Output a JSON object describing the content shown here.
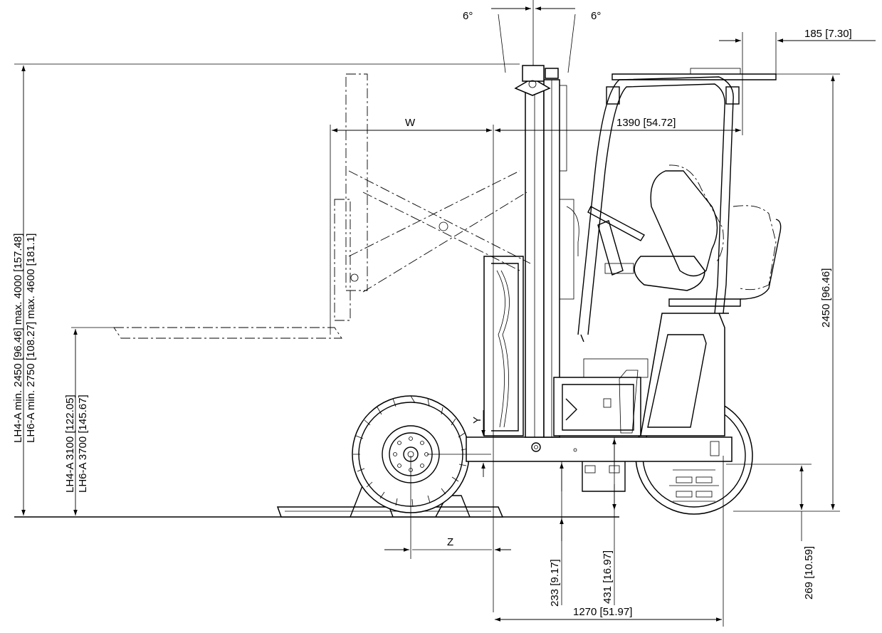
{
  "labels": {
    "tilt_left": "6°",
    "tilt_right": "6°",
    "top_offset": "185  [7.30]",
    "width_w": "W",
    "length_1390": "1390  [54.72]",
    "height_2450": "2450  [96.46]",
    "mast_height_1": "LH4-A min. 2450 [96.46] max. 4000 [157.48]",
    "mast_height_2": "LH6-A min. 2750 [108.27] max. 4600 [181.1]",
    "lift_height_1": "LH4-A 3100 [122.05]",
    "lift_height_2": "LH6-A 3700 [145.67]",
    "dim_y": "Y",
    "dim_z": "Z",
    "clearance_233": "233  [9.17]",
    "clearance_431": "431  [16.97]",
    "clearance_269": "269  [10.59]",
    "wheelbase_1270": "1270  [51.97]"
  }
}
